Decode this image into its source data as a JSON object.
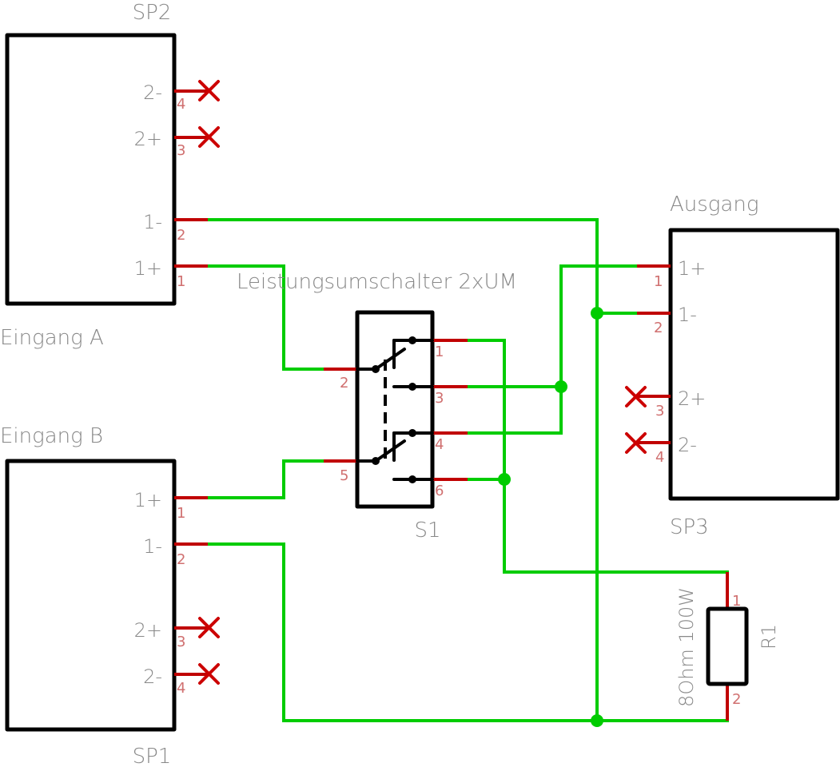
{
  "diagram": {
    "type": "electrical-schematic",
    "colors": {
      "wire": "#00cc00",
      "pin": "#c00000",
      "outline": "#000000",
      "label": "#888888",
      "pin_number": "#d07070"
    },
    "components": {
      "sp2": {
        "name": "SP2",
        "value": "Eingang A",
        "pins": [
          {
            "num": "4",
            "label": "2-",
            "connected": false
          },
          {
            "num": "3",
            "label": "2+",
            "connected": false
          },
          {
            "num": "2",
            "label": "1-",
            "connected": true
          },
          {
            "num": "1",
            "label": "1+",
            "connected": true
          }
        ]
      },
      "sp1": {
        "name": "SP1",
        "value": "Eingang B",
        "pins": [
          {
            "num": "1",
            "label": "1+",
            "connected": true
          },
          {
            "num": "2",
            "label": "1-",
            "connected": true
          },
          {
            "num": "3",
            "label": "2+",
            "connected": false
          },
          {
            "num": "4",
            "label": "2-",
            "connected": false
          }
        ]
      },
      "sp3": {
        "name": "SP3",
        "value": "Ausgang",
        "pins": [
          {
            "num": "1",
            "label": "1+",
            "connected": true
          },
          {
            "num": "2",
            "label": "1-",
            "connected": true
          },
          {
            "num": "3",
            "label": "2+",
            "connected": false
          },
          {
            "num": "4",
            "label": "2-",
            "connected": false
          }
        ]
      },
      "s1": {
        "name": "S1",
        "value": "Leistungsumschalter 2xUM",
        "pins": [
          "1",
          "2",
          "3",
          "4",
          "5",
          "6"
        ]
      },
      "r1": {
        "name": "R1",
        "value": "8Ohm 100W",
        "pins": [
          "1",
          "2"
        ]
      }
    },
    "nets": [
      {
        "from": "SP2.1",
        "to": "S1.2"
      },
      {
        "from": "SP1.1",
        "to": "S1.5"
      },
      {
        "from": "S1.3",
        "to": "SP3.1"
      },
      {
        "from": "S1.4",
        "to": "SP3.1"
      },
      {
        "from": "S1.1",
        "to": "R1.1"
      },
      {
        "from": "S1.6",
        "to": "R1.1"
      },
      {
        "from": "SP2.2",
        "to": "SP3.2"
      },
      {
        "from": "SP1.2",
        "to": "R1.2"
      },
      {
        "from": "R1.2",
        "to": "SP3.2"
      }
    ]
  }
}
